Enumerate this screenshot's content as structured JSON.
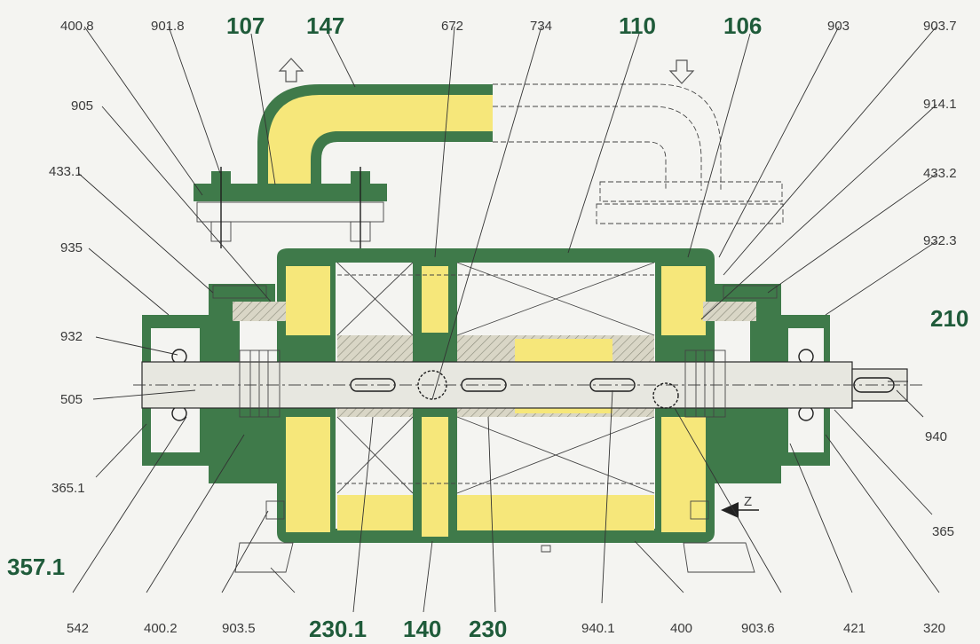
{
  "diagram": {
    "part_labels": {
      "p400_8": "400.8",
      "p901_8": "901.8",
      "p107": "107",
      "p147": "147",
      "p672": "672",
      "p734": "734",
      "p110": "110",
      "p106": "106",
      "p903": "903",
      "p903_7": "903.7",
      "p905": "905",
      "p914_1": "914.1",
      "p433_1": "433.1",
      "p433_2": "433.2",
      "p935": "935",
      "p932_3": "932.3",
      "p932": "932",
      "p210": "210",
      "p505": "505",
      "p940": "940",
      "p365_1": "365.1",
      "p365": "365",
      "p357_1": "357.1",
      "p542": "542",
      "p400_2": "400.2",
      "p903_5": "903.5",
      "p230_1": "230.1",
      "p140": "140",
      "p230": "230",
      "p940_1": "940.1",
      "p400": "400",
      "p903_6": "903.6",
      "p421": "421",
      "p320": "320",
      "view_z": "Z"
    },
    "colors": {
      "casing": "#3f7a4a",
      "liquid_chamber": "#f6e77a",
      "label_emphasis": "#1f5b3a",
      "label_normal": "#3a3a3a"
    }
  }
}
